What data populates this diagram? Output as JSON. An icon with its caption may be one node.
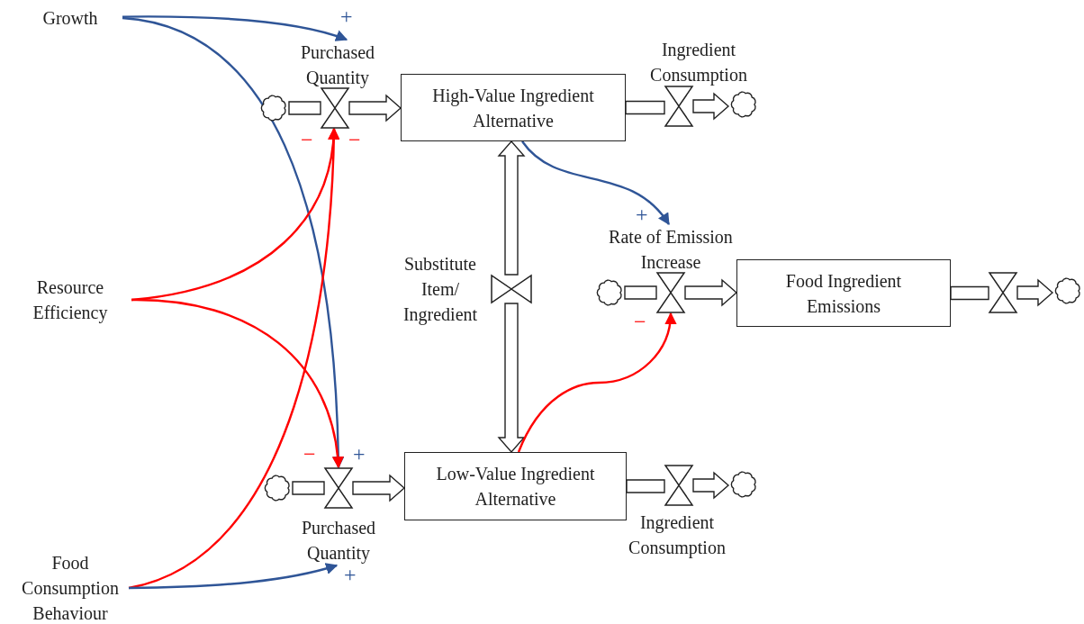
{
  "diagram": {
    "nodes": [
      {
        "text": [
          "Growth"
        ]
      },
      {
        "text": [
          "Resource Efficiency"
        ]
      },
      {
        "text": [
          "Food Consumption Behaviour"
        ]
      },
      {
        "text": [],
        "shape": "cloud"
      },
      {
        "text": [
          "Purchased Quantity"
        ]
      },
      {
        "text": [
          "High-Value Ingredient Alternative"
        ]
      },
      {
        "text": [
          "Ingredient Consumption"
        ]
      },
      {
        "text": [],
        "shape": "cloud"
      },
      {
        "text": [
          "Substitute Item/ Ingredient"
        ]
      },
      {
        "text": [],
        "shape": "cloud"
      },
      {
        "text": [
          "Rate of Emission Increase"
        ]
      },
      {
        "text": [
          "Food Ingredient Emissions"
        ]
      },
      {
        "text": [],
        "shape": "valve"
      },
      {
        "text": [],
        "shape": "cloud"
      },
      {
        "text": [],
        "shape": "cloud"
      },
      {
        "text": [
          "Purchased Quantity"
        ]
      },
      {
        "text": [
          "Low-Value Ingredient Alternative"
        ]
      },
      {
        "text": [
          "Ingredient Consumption"
        ]
      },
      {
        "text": [],
        "shape": "cloud"
      }
    ],
    "edges": [
      {
        "from": 3,
        "to": 4,
        "arrow": "none"
      },
      {
        "from": 4,
        "to": 5,
        "arrow": "to"
      },
      {
        "from": 5,
        "to": 6,
        "arrow": "none"
      },
      {
        "from": 6,
        "to": 7,
        "arrow": "to"
      },
      {
        "from": 8,
        "to": 5,
        "arrow": "to"
      },
      {
        "from": 8,
        "to": 16,
        "arrow": "to"
      },
      {
        "from": 9,
        "to": 10,
        "arrow": "none"
      },
      {
        "from": 10,
        "to": 11,
        "arrow": "to"
      },
      {
        "from": 11,
        "to": 12,
        "arrow": "none"
      },
      {
        "from": 12,
        "to": 13,
        "arrow": "to"
      },
      {
        "from": 14,
        "to": 15,
        "arrow": "none"
      },
      {
        "from": 15,
        "to": 16,
        "arrow": "to"
      },
      {
        "from": 16,
        "to": 17,
        "arrow": "none"
      },
      {
        "from": 17,
        "to": 18,
        "arrow": "to"
      },
      {
        "from": 0,
        "to": 4,
        "arrow": "to",
        "label": "+",
        "color": "#2f5597"
      },
      {
        "from": 0,
        "to": 15,
        "arrow": "to",
        "label": "+",
        "color": "#2f5597"
      },
      {
        "from": 1,
        "to": 4,
        "arrow": "to",
        "label": "−",
        "color": "#ff0000"
      },
      {
        "from": 1,
        "to": 15,
        "arrow": "to",
        "label": "−",
        "color": "#ff0000"
      },
      {
        "from": 2,
        "to": 4,
        "arrow": "to",
        "label": "−",
        "color": "#ff0000"
      },
      {
        "from": 2,
        "to": 15,
        "arrow": "to",
        "label": "+",
        "color": "#2f5597"
      },
      {
        "from": 5,
        "to": 10,
        "arrow": "to",
        "label": "+",
        "color": "#2f5597"
      },
      {
        "from": 16,
        "to": 10,
        "arrow": "to",
        "label": "−",
        "color": "#ff0000"
      }
    ]
  }
}
